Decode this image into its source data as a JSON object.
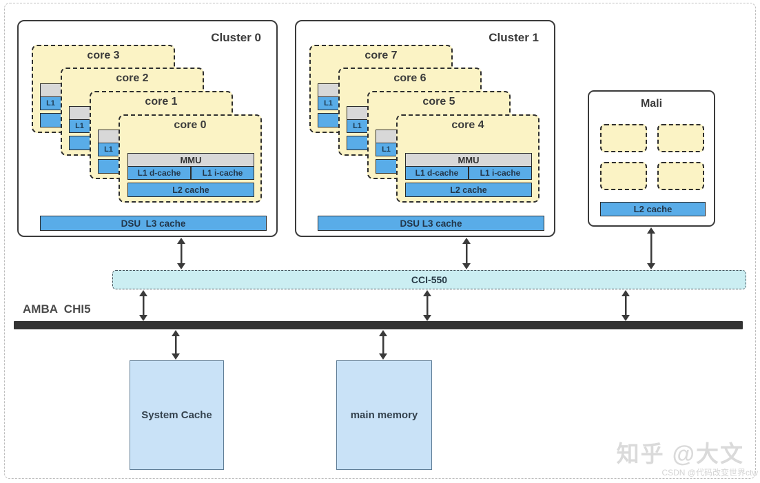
{
  "clusters": [
    {
      "title": "Cluster 0",
      "cores": [
        {
          "label": "core 3"
        },
        {
          "label": "core 2"
        },
        {
          "label": "core 1"
        },
        {
          "label": "core 0"
        }
      ],
      "dsu_label": "DSU  L3 cache"
    },
    {
      "title": "Cluster 1",
      "cores": [
        {
          "label": "core 7"
        },
        {
          "label": "core 6"
        },
        {
          "label": "core 5"
        },
        {
          "label": "core 4"
        }
      ],
      "dsu_label": "DSU L3 cache"
    }
  ],
  "core_detail": {
    "mmu_label": "MMU",
    "l1d_label": "L1 d-cache",
    "l1i_label": "L1 i-cache",
    "l2_label": "L2 cache",
    "l1_mini_label": "L1"
  },
  "mali": {
    "title": "Mali",
    "shader_core_count": 4,
    "l2_label": "L2 cache"
  },
  "interconnect": {
    "label": "CCI-550"
  },
  "bus": {
    "label": "AMBA  CHI5"
  },
  "memory_blocks": [
    {
      "label": "System Cache"
    },
    {
      "label": "main memory"
    }
  ],
  "watermarks": {
    "large": "知乎 @大文",
    "small": "CSDN @代码改变世界ctw"
  },
  "colors": {
    "core_fill": "#fbf3c5",
    "cache_blue": "#59ace8",
    "mmu_grey": "#d8d8d8",
    "interconnect_fill": "#cbeef2",
    "memory_fill": "#c9e2f7",
    "bus_color": "#333333"
  }
}
